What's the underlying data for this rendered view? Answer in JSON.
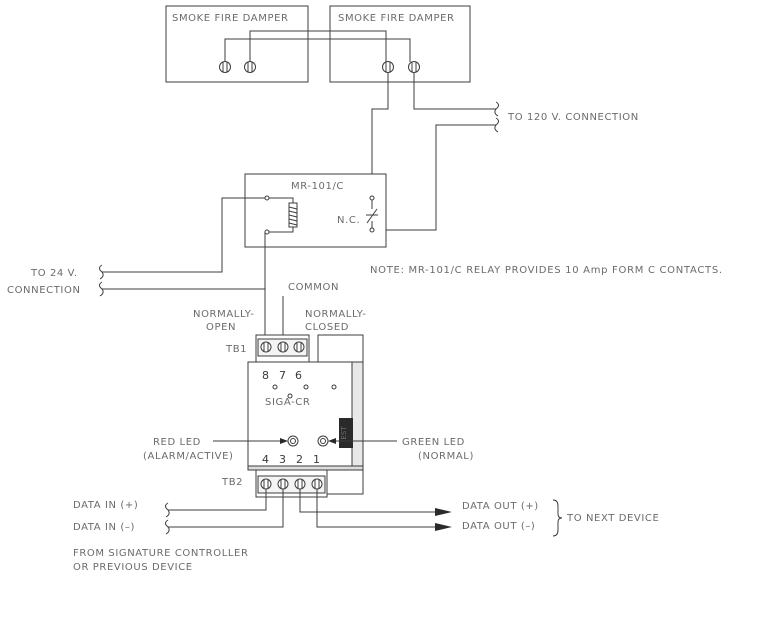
{
  "dampers": {
    "left_label": "SMOKE FIRE DAMPER",
    "right_label": "SMOKE FIRE DAMPER"
  },
  "connections": {
    "to_120v": "TO 120 V. CONNECTION",
    "to_24v_line1": "TO 24 V.",
    "to_24v_line2": "CONNECTION",
    "common": "COMMON"
  },
  "relay": {
    "title": "MR-101/C",
    "nc_label": "N.C.",
    "note": "NOTE: MR-101/C RELAY PROVIDES 10 Amp FORM C CONTACTS."
  },
  "module": {
    "name": "SIGA-CR",
    "normally_open_line1": "NORMALLY-",
    "normally_open_line2": "OPEN",
    "normally_closed_line1": "NORMALLY-",
    "normally_closed_line2": "CLOSED",
    "tb1": "TB1",
    "tb2": "TB2",
    "tb1_pins": [
      "8",
      "7",
      "6"
    ],
    "tb2_pins": [
      "4",
      "3",
      "2",
      "1"
    ],
    "logo_text": "EST"
  },
  "leds": {
    "red_line1": "RED LED",
    "red_line2": "(ALARM/ACTIVE)",
    "green_line1": "GREEN LED",
    "green_line2": "(NORMAL)"
  },
  "data_lines": {
    "data_in_pos": "DATA IN (+)",
    "data_in_neg": "DATA IN (–)",
    "data_out_pos": "DATA OUT (+)",
    "data_out_neg": "DATA OUT (–)",
    "to_next_device": "TO NEXT DEVICE",
    "from_line1": "FROM SIGNATURE CONTROLLER",
    "from_line2": "OR PREVIOUS DEVICE"
  }
}
